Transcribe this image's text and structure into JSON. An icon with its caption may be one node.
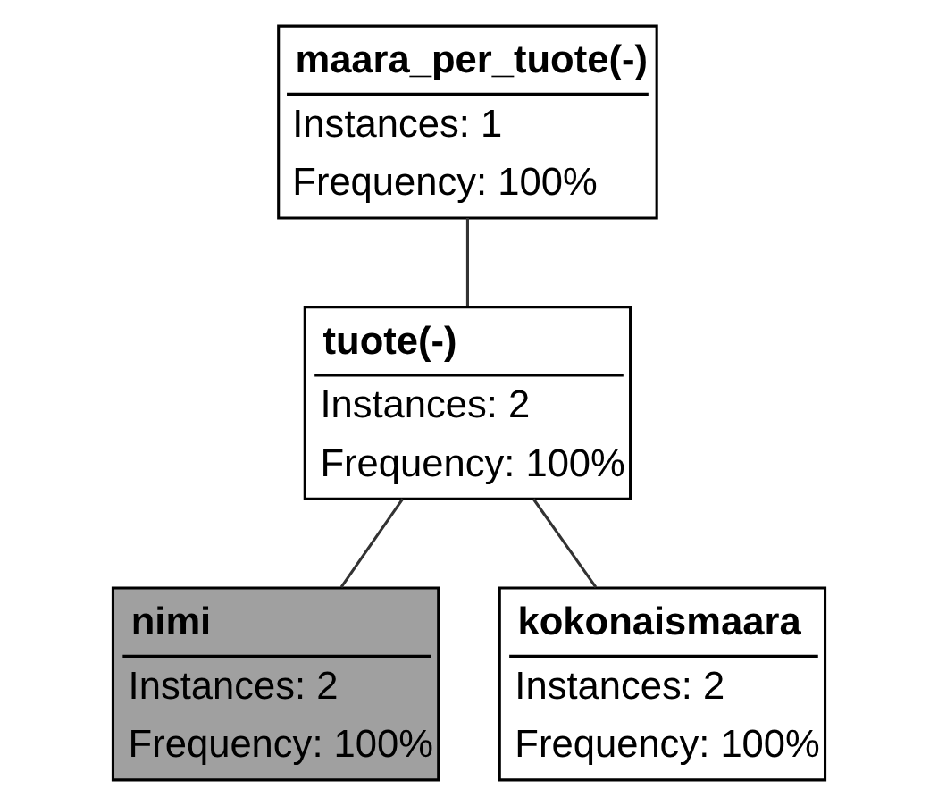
{
  "diagram": {
    "nodes": [
      {
        "text": [
          "maara_per_tuote(-)",
          "Instances: 1",
          "Frequency: 100%"
        ]
      },
      {
        "text": [
          "tuote(-)",
          "Instances: 2",
          "Frequency: 100%"
        ]
      },
      {
        "text": [
          "nimi",
          "Instances: 2",
          "Frequency: 100%"
        ]
      },
      {
        "text": [
          "kokonaismaara",
          "Instances: 2",
          "Frequency: 100%"
        ]
      }
    ],
    "edges": [
      {
        "from": 0,
        "to": 1,
        "arrow": "none"
      },
      {
        "from": 1,
        "to": 2,
        "arrow": "none"
      },
      {
        "from": 1,
        "to": 3,
        "arrow": "none"
      }
    ]
  }
}
